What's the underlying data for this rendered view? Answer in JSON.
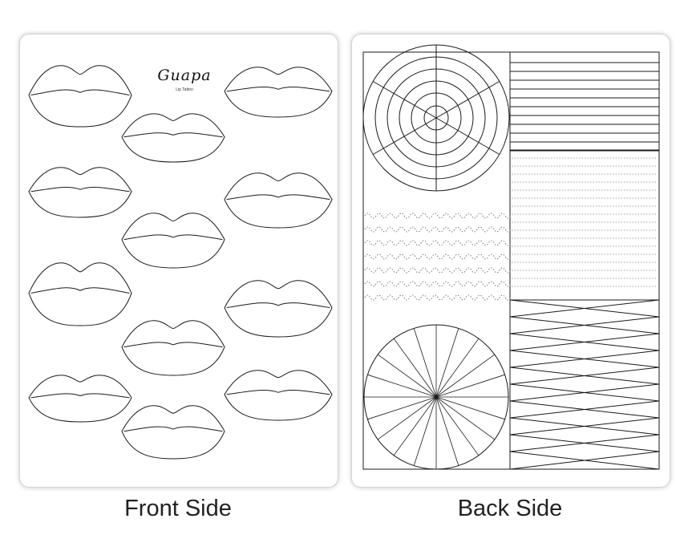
{
  "front": {
    "brand": "Guapa",
    "brand_sub": "Lip Tattoo",
    "caption": "Front Side"
  },
  "back": {
    "caption": "Back Side"
  },
  "colors": {
    "line": "#1a1a1a",
    "panel_border": "#d4d4d4",
    "caption": "#222222"
  }
}
